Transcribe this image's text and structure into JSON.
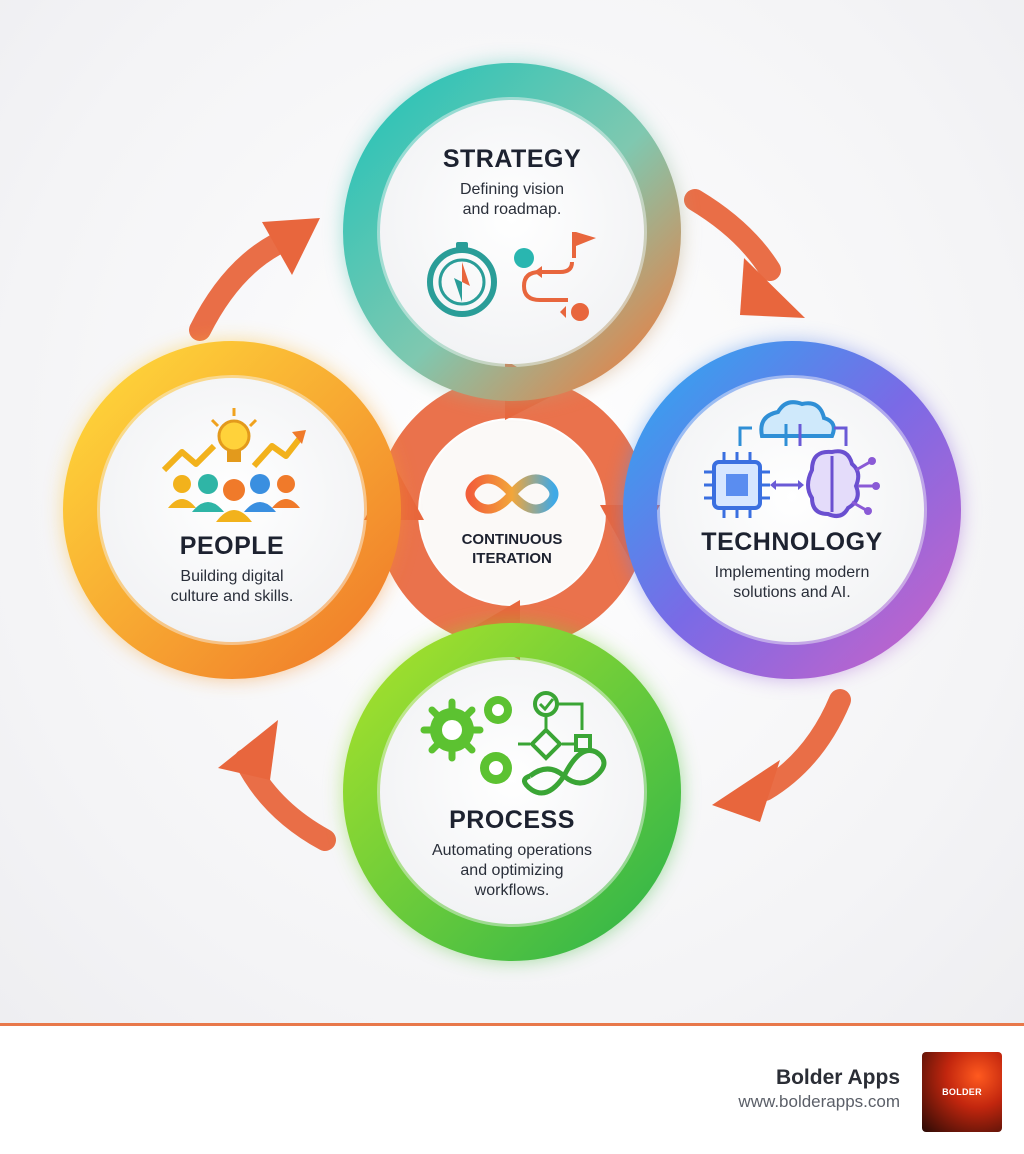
{
  "center": {
    "label_line1": "CONTINUOUS",
    "label_line2": "ITERATION",
    "icon": "infinity-icon"
  },
  "nodes": {
    "strategy": {
      "title": "STRATEGY",
      "desc_line1": "Defining vision",
      "desc_line2": "and roadmap.",
      "icons": [
        "compass-icon",
        "route-flag-icon"
      ],
      "color": "#29b6b0"
    },
    "technology": {
      "title": "TECHNOLOGY",
      "desc_line1": "Implementing modern",
      "desc_line2": "solutions and AI.",
      "icons": [
        "cloud-icon",
        "chip-icon",
        "ai-brain-icon"
      ],
      "color": "#5b6ee1"
    },
    "process": {
      "title": "PROCESS",
      "desc_line1": "Automating operations",
      "desc_line2": "and optimizing",
      "desc_line3": "workflows.",
      "icons": [
        "gears-icon",
        "flowchart-icon",
        "cycle-icon"
      ],
      "color": "#5cc231"
    },
    "people": {
      "title": "PEOPLE",
      "desc_line1": "Building digital",
      "desc_line2": "culture and skills.",
      "icons": [
        "lightbulb-icon",
        "growth-arrow-icon",
        "team-icon"
      ],
      "color": "#f5b21c"
    }
  },
  "colors": {
    "arrow": "#e8663d",
    "divider": "#e8784a"
  },
  "footer": {
    "brand_name": "Bolder Apps",
    "brand_url": "www.bolderapps.com",
    "logo_text": "BOLDER"
  }
}
